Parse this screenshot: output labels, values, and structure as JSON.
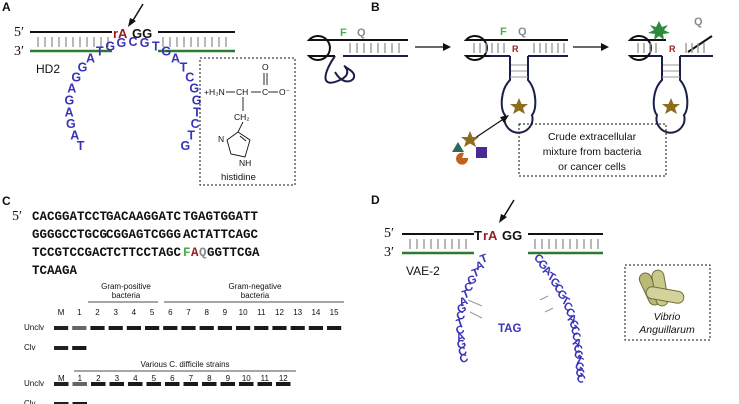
{
  "panels": {
    "A": {
      "letter": "A",
      "five_prime": "5′",
      "three_prime": "3′",
      "cleave_site": "rA",
      "cleave_tail": "GG",
      "name": "HD2",
      "loop_left": [
        "T",
        "A",
        "G",
        "A",
        "G",
        "A",
        "G",
        "G",
        "A",
        "T",
        "G",
        "G"
      ],
      "loop_bottom": [
        "C",
        "G",
        "T"
      ],
      "loop_right": [
        "G",
        "A",
        "T",
        "C",
        "G",
        "G",
        "T",
        "C",
        "T",
        "G"
      ],
      "inset": {
        "charge_pos": "+H₃N",
        "ch": "CH",
        "c": "C",
        "o": "O",
        "o_neg": "O⁻",
        "ch2": "CH₂",
        "n": "N",
        "nh": "NH",
        "caption": "histidine"
      }
    },
    "B": {
      "letter": "B",
      "F": "F",
      "Q": "Q",
      "R": "R",
      "box_line1": "Crude extracellular",
      "box_line2": "mixture from bacteria",
      "box_line3": "or cancer cells"
    },
    "C": {
      "letter": "C",
      "five_prime": "5′",
      "seq": [
        [
          "CACGGATCCT",
          "GACAAGGATC",
          "TGAGTGGATT"
        ],
        [
          "GGGGCCTGCG",
          "CGGAGTCGGG",
          "ACTATTCAGC"
        ],
        [
          "TCCGTCCGAC",
          "TCTTCCTAGC",
          "GGTTCGA"
        ],
        [
          "TCAAGA"
        ]
      ],
      "F": "F",
      "A": "A",
      "Q": "Q",
      "gel1": {
        "group1": "Gram-positive",
        "group1b": "bacteria",
        "group2": "Gram-negative",
        "group2b": "bacteria",
        "lanes": [
          "M",
          "1",
          "2",
          "3",
          "4",
          "5",
          "6",
          "7",
          "8",
          "9",
          "10",
          "11",
          "12",
          "13",
          "14",
          "15"
        ],
        "uncl": "Unclv",
        "clv": "Clv"
      },
      "gel2": {
        "title": "Various C. difficile strains",
        "lanes": [
          "M",
          "1",
          "2",
          "3",
          "4",
          "5",
          "6",
          "7",
          "8",
          "9",
          "10",
          "11",
          "12"
        ],
        "uncl": "Unclv",
        "clv": "Clv"
      }
    },
    "D": {
      "letter": "D",
      "five_prime": "5′",
      "three_prime": "3′",
      "cleave_pre": "T",
      "cleave_site": "rA",
      "cleave_tail": "GG",
      "name": "VAE-2",
      "loop_text": "TAG",
      "organism_line1": "Vibrio",
      "organism_line2": "Anguillarum"
    }
  },
  "colors": {
    "blue": "#3a33b8",
    "red": "#9b1b1b",
    "green": "#2e7a2e",
    "F_green": "#4caf50",
    "Q_gray": "#8a8a8a",
    "navy": "#1a1f4a",
    "gold": "#8c6d1f",
    "purple": "#4a2a96",
    "orange": "#c0621a",
    "teal": "#2d6a5a"
  }
}
